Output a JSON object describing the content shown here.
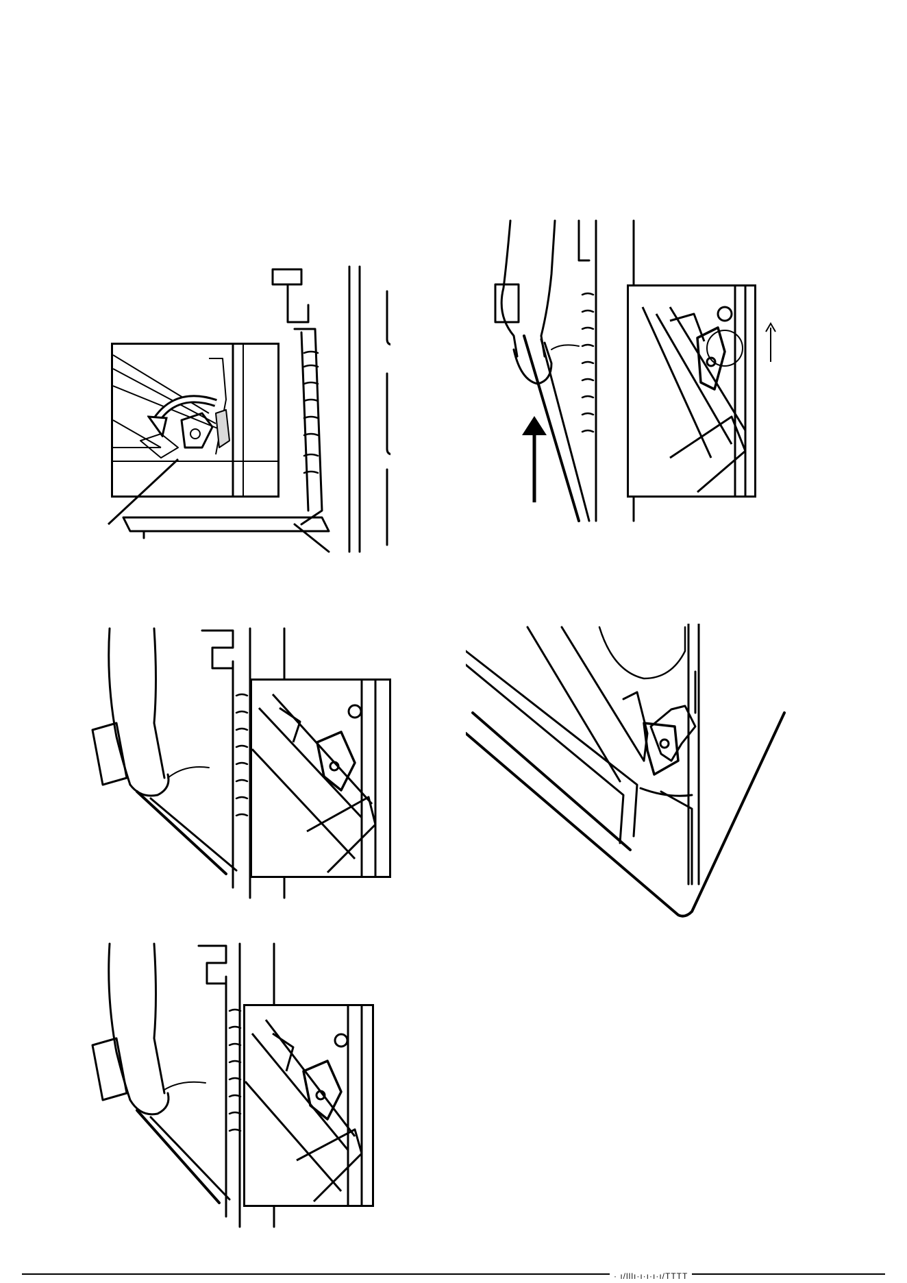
{
  "page": {
    "footer_code": "· ı/lllı·ı·ı·ı·ı/TTTT"
  },
  "figures": [
    {
      "id": "fig-1",
      "caption": ""
    },
    {
      "id": "fig-2",
      "caption": ""
    },
    {
      "id": "fig-3",
      "caption": ""
    },
    {
      "id": "fig-4",
      "caption": ""
    },
    {
      "id": "fig-5",
      "caption": ""
    }
  ],
  "icons": [
    "rotate-arrow-icon",
    "lift-arrow-icon",
    "small-up-arrow-icon",
    "pointer-line-icon"
  ],
  "colors": {
    "line": "#000000",
    "background": "#ffffff",
    "shade": "#d9d9d9"
  }
}
